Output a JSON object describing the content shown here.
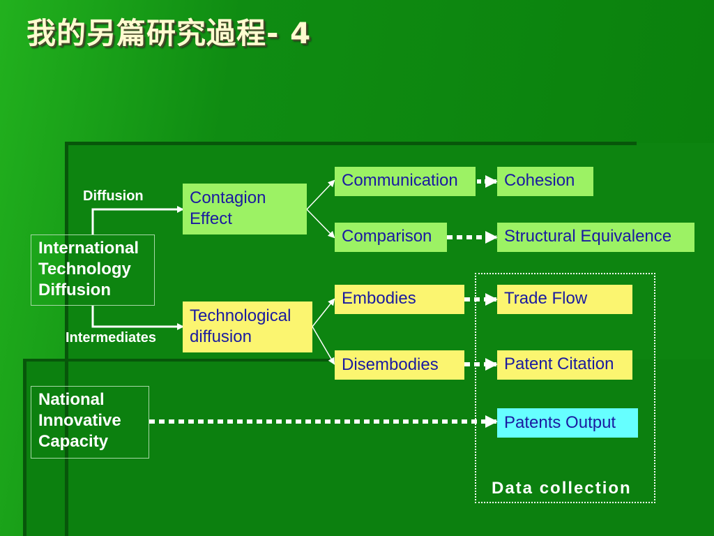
{
  "title": "我的另篇研究過程- 4",
  "labels": {
    "diffusion": "Diffusion",
    "intermediates": "Intermediates"
  },
  "nodes": {
    "itd": {
      "line1": "International",
      "line2": "Technology",
      "line3": "Diffusion"
    },
    "nic": {
      "line1": "National",
      "line2": "Innovative",
      "line3": "Capacity"
    },
    "contagion": {
      "line1": "Contagion",
      "line2": "Effect"
    },
    "techdiff": {
      "line1": "Technological",
      "line2": "diffusion"
    },
    "communication": "Communication",
    "comparison": "Comparison",
    "embodies": "Embodies",
    "disembodies": "Disembodies",
    "cohesion": "Cohesion",
    "structural": "Structural Equivalence",
    "trade": "Trade Flow",
    "patent_citation": "Patent Citation",
    "patents_output": "Patents Output"
  },
  "data_collection_label": "Data collection",
  "colors": {
    "background": "#0a7f0c",
    "green_box": "#9cf264",
    "yellow_box": "#fbf570",
    "cyan_box": "#66ffff",
    "box_text": "#1a1aa0",
    "title": "#fffbd0"
  }
}
